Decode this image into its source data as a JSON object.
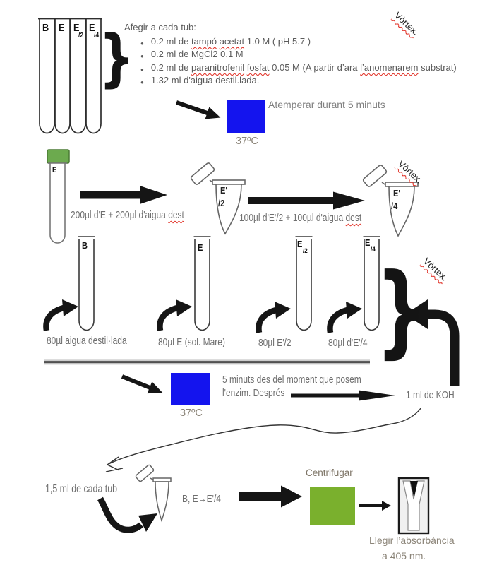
{
  "colors": {
    "blue": "#1414ee",
    "green": "#7ab02d",
    "green_cap": "#6caa4e",
    "red_squiggle": "#e02b20"
  },
  "glyphs": {
    "brace": "}"
  },
  "vortex": "Vòrtex.",
  "step1": {
    "tubes": [
      {
        "main": "B",
        "sub": ""
      },
      {
        "main": "E",
        "sub": ""
      },
      {
        "main": "E",
        "sub": "/2"
      },
      {
        "main": "E",
        "sub": "/4"
      }
    ],
    "heading": "Afegir a cada tub:",
    "bullets": [
      {
        "segs": [
          {
            "t": "0.2 ml de "
          },
          {
            "t": "tampó",
            "sq": true
          },
          {
            "t": " "
          },
          {
            "t": "acetat",
            "sq": true
          },
          {
            "t": " 1.0 M ( pH 5.7 )"
          }
        ]
      },
      {
        "segs": [
          {
            "t": "0.2 ml de MgCl2 0.1 M"
          }
        ]
      },
      {
        "segs": [
          {
            "t": "0.2 ml de "
          },
          {
            "t": "paranitrofenil",
            "sq": true
          },
          {
            "t": " "
          },
          {
            "t": "fosfat",
            "sq": true
          },
          {
            "t": " 0.05 M (A partir d’ara "
          },
          {
            "t": "l’anomenarem",
            "sq": true
          },
          {
            "t": " substrat)"
          }
        ]
      },
      {
        "segs": [
          {
            "t": "1.32 ml d'aigua destil.lada."
          }
        ]
      }
    ],
    "incubation_note": "Atemperar durant 5 minuts",
    "temp": "37ºC"
  },
  "step2": {
    "stock_tube": "E",
    "dil1": {
      "pre": "200µl d'E + 200µl d'aigua ",
      "sq": "dest",
      "tube_main": "E'",
      "tube_sub": "/2"
    },
    "dil2": {
      "pre": "100µl d'E'/2 + 100µl d'aigua ",
      "sq": "dest",
      "tube_main": "E'",
      "tube_sub": "/4"
    }
  },
  "step3": {
    "tubes": [
      {
        "main": "B",
        "sub": "",
        "add": "80µl aigua destil·lada"
      },
      {
        "main": "E",
        "sub": "",
        "add": "80µl E (sol. Mare)"
      },
      {
        "main": "E",
        "sub": "/2",
        "add": "80µl E'/2"
      },
      {
        "main": "E",
        "sub": "/4",
        "add": "80µl d'E'/4"
      }
    ],
    "koh": "1 ml de KOH"
  },
  "step4": {
    "temp": "37ºC",
    "note1": "5 minuts des del moment que posem",
    "note2": "l'enzim. Després"
  },
  "step5": {
    "transfer": "1,5 ml de cada tub",
    "tube_set": "B, E→E'/4",
    "centrifuge": "Centrifugar",
    "read1": "Llegir l’absorbància",
    "read2": "a 405 nm."
  }
}
